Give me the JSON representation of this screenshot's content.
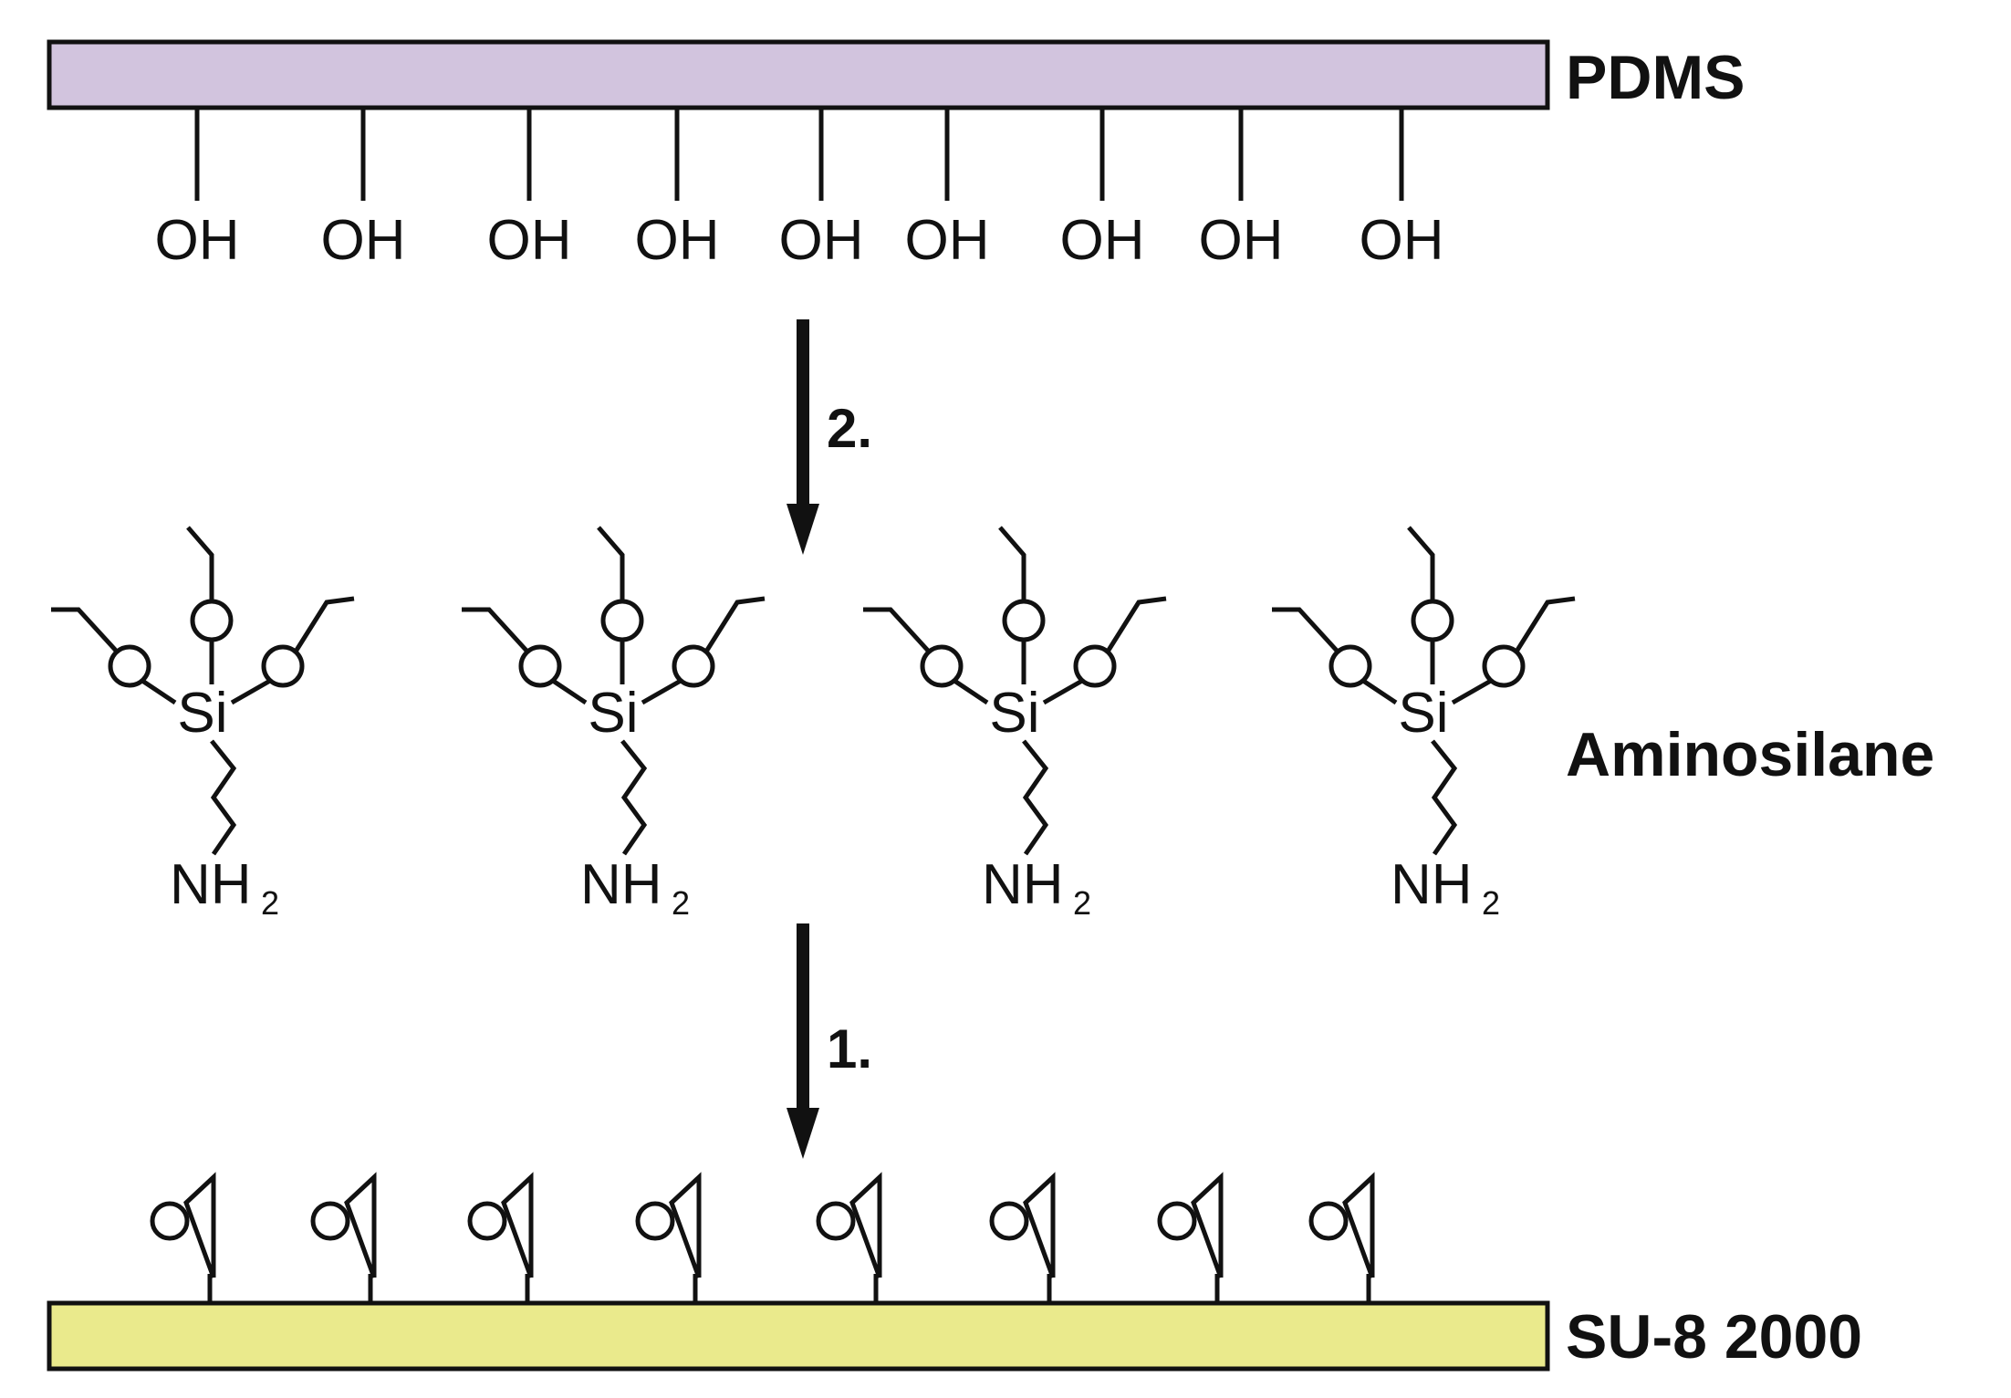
{
  "labels": {
    "top_layer": "PDMS",
    "bottom_layer": "SU-8 2000",
    "middle": "Aminosilane",
    "step_top": "2.",
    "step_bottom": "1."
  },
  "groups": {
    "hydroxyl": [
      "OH",
      "OH",
      "OH",
      "OH",
      "OH",
      "OH",
      "OH",
      "OH",
      "OH"
    ],
    "silicon": "Si",
    "amine": "NH",
    "amine_subscript": "2"
  },
  "colors": {
    "pdms_fill": "#d2c4de",
    "su8_fill": "#eaea8c",
    "line": "#111111"
  }
}
